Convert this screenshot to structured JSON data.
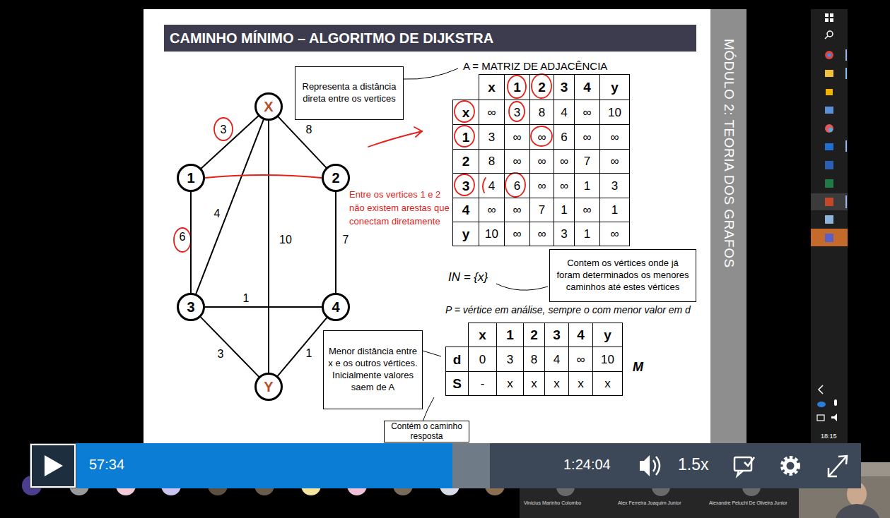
{
  "diagram": {
    "title": "CAMINHO MÍNIMO – ALGORITMO DE DIJKSTRA",
    "nodes": [
      {
        "text": [
          "MÓDULO 2: TEORIA DOS GRAFOS"
        ]
      },
      {
        "text": [
          "X"
        ]
      },
      {
        "text": [
          "1"
        ]
      },
      {
        "text": [
          "2"
        ]
      },
      {
        "text": [
          "3"
        ]
      },
      {
        "text": [
          "4"
        ]
      },
      {
        "text": [
          "Y"
        ]
      },
      {
        "text": [
          "Representa a distância direta entre os vertices"
        ]
      },
      {
        "text": [
          "Contem os vértices onde já foram determinados os menores caminhos até estes vértices"
        ]
      },
      {
        "text": [
          "Menor distância entre x e os outros vértices. Inicialmente valores saem de A"
        ]
      },
      {
        "text": [
          "Contém o caminho resposta"
        ]
      }
    ],
    "edges": [
      {
        "from": 1,
        "to": 2,
        "arrow": "none",
        "label": "3"
      },
      {
        "from": 1,
        "to": 3,
        "arrow": "none",
        "label": "8"
      },
      {
        "from": 1,
        "to": 4,
        "arrow": "none",
        "label": "4"
      },
      {
        "from": 1,
        "to": 6,
        "arrow": "none",
        "label": "10"
      },
      {
        "from": 2,
        "to": 4,
        "arrow": "none",
        "label": "6"
      },
      {
        "from": 3,
        "to": 5,
        "arrow": "none",
        "label": "7"
      },
      {
        "from": 4,
        "to": 5,
        "arrow": "none",
        "label": "1"
      },
      {
        "from": 4,
        "to": 6,
        "arrow": "none",
        "label": "3"
      },
      {
        "from": 5,
        "to": 6,
        "arrow": "none",
        "label": "1"
      },
      {
        "from": 2,
        "to": 3,
        "arrow": "none"
      }
    ],
    "labels": [
      "A = MATRIZ DE ADJACÊNCIA",
      "x",
      "1",
      "2",
      "3",
      "4",
      "y",
      "x",
      "∞",
      "3",
      "8",
      "4",
      "∞",
      "10",
      "1",
      "3",
      "∞",
      "∞",
      "6",
      "∞",
      "∞",
      "2",
      "8",
      "∞",
      "∞",
      "∞",
      "7",
      "∞",
      "3",
      "4",
      "6",
      "∞",
      "∞",
      "1",
      "3",
      "4",
      "∞",
      "∞",
      "7",
      "1",
      "∞",
      "1",
      "y",
      "10",
      "∞",
      "∞",
      "3",
      "1",
      "∞",
      "Entre os vertices 1 e 2 não existem arestas que conectam diretamente",
      "IN = {x}",
      "P = vértice em análise, sempre o com menor valor em d",
      "x",
      "1",
      "2",
      "3",
      "4",
      "y",
      "d",
      "0",
      "3",
      "8",
      "4",
      "∞",
      "10",
      "S",
      "-",
      "x",
      "x",
      "x",
      "x",
      "x",
      "M",
      "57:34",
      "1:24:04",
      "1.5x",
      "18:15",
      "Vinicius Marinho Colombo",
      "Alex Ferreira Joaquim Junior",
      "Alexandre Peluchi De Oliveira Junior"
    ]
  }
}
